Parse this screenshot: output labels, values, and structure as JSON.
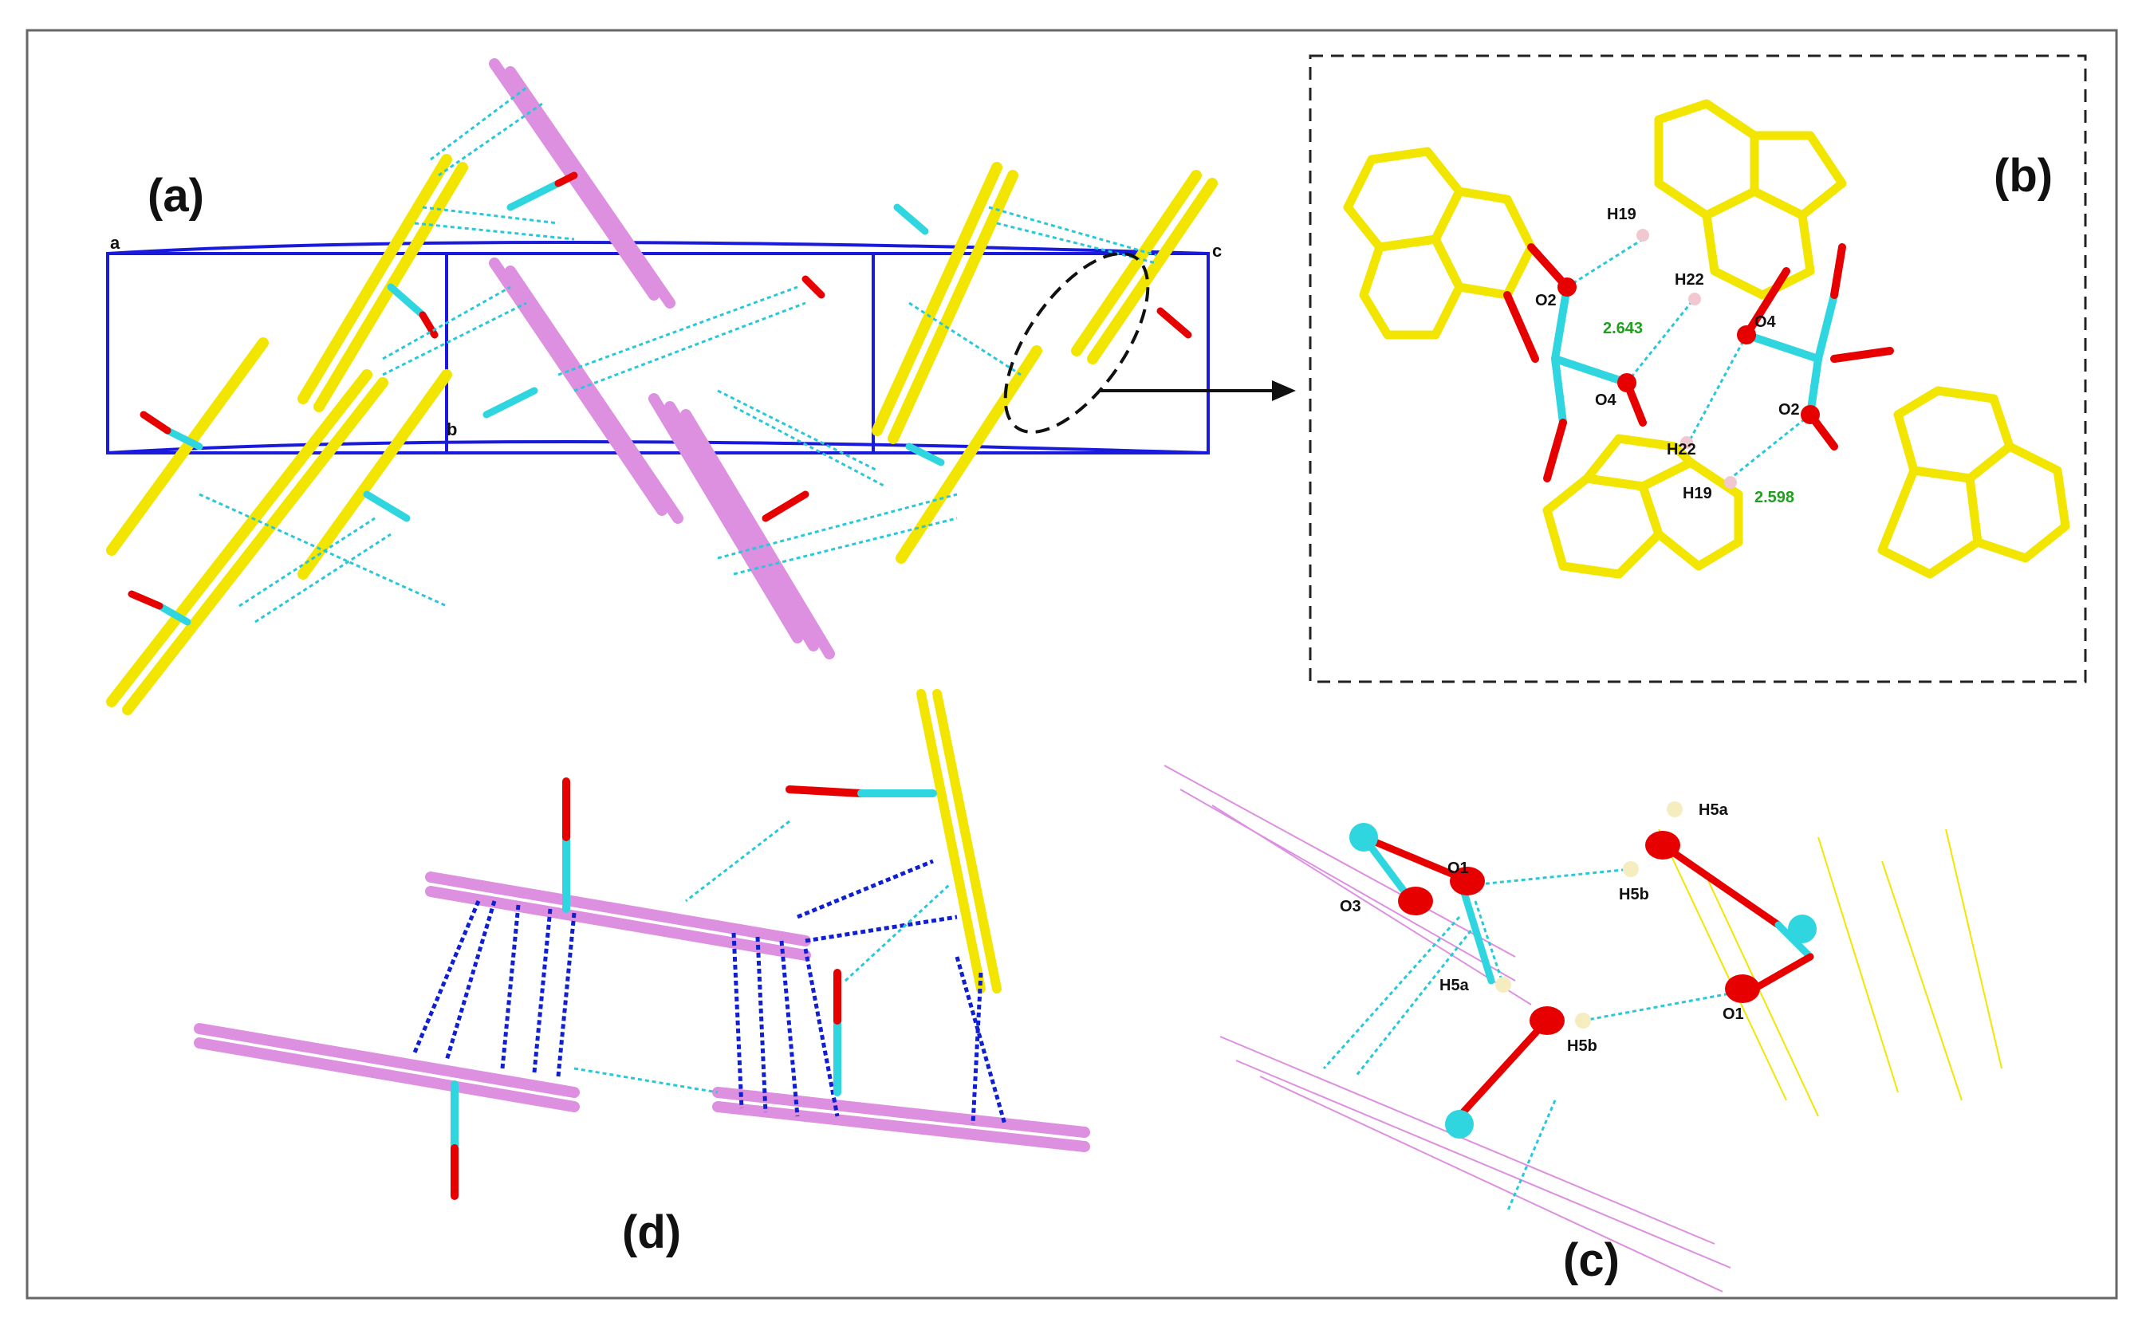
{
  "panels": {
    "a": {
      "label": "(a)",
      "axes": [
        "a",
        "b",
        "c"
      ]
    },
    "b": {
      "label": "(b)",
      "atoms": [
        "H19",
        "O2",
        "H22",
        "O4",
        "O4",
        "H22",
        "O2",
        "H19"
      ],
      "distances": [
        "2.643",
        "2.598"
      ]
    },
    "c": {
      "label": "(c)",
      "atoms": [
        "H5a",
        "H5b",
        "O1",
        "O3",
        "H5a",
        "H5b",
        "O1"
      ]
    },
    "d": {
      "label": "(d)"
    }
  },
  "colors": {
    "carbon_yellow": "#f2e600",
    "carbon_pink": "#dd8fe0",
    "oxygen": "#e60000",
    "metal": "#2fd6e0",
    "hydrogen": "#f2c8d0",
    "hbond": "#27c8d8",
    "pi_contact": "#1020d0",
    "cell": "#1a1adc"
  }
}
